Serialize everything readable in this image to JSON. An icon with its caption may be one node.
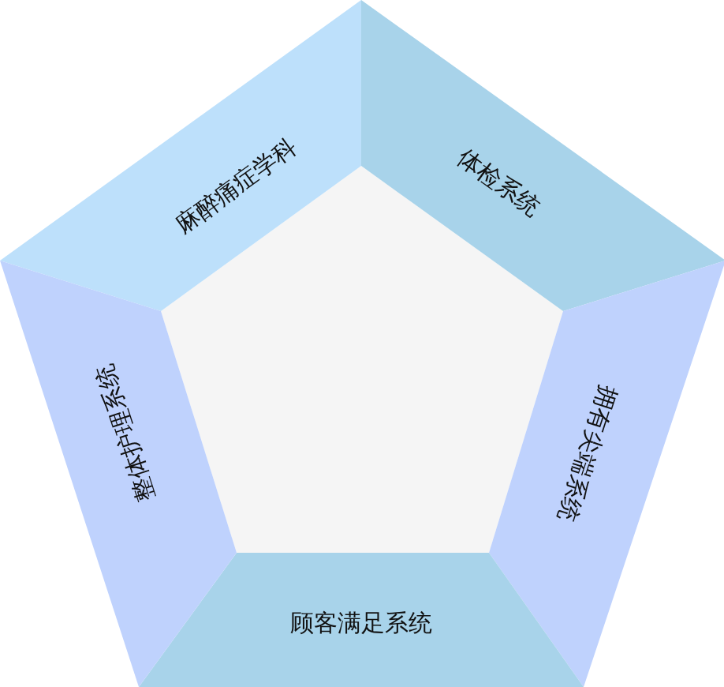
{
  "diagram": {
    "nodes": [
      {
        "text": [
          "麻醉痛症学科"
        ]
      },
      {
        "text": [
          "体检系统"
        ]
      },
      {
        "text": [
          "拥有尖端系统"
        ]
      },
      {
        "text": [
          "顾客满足系统"
        ]
      },
      {
        "text": [
          "整体护理系统"
        ]
      }
    ]
  }
}
